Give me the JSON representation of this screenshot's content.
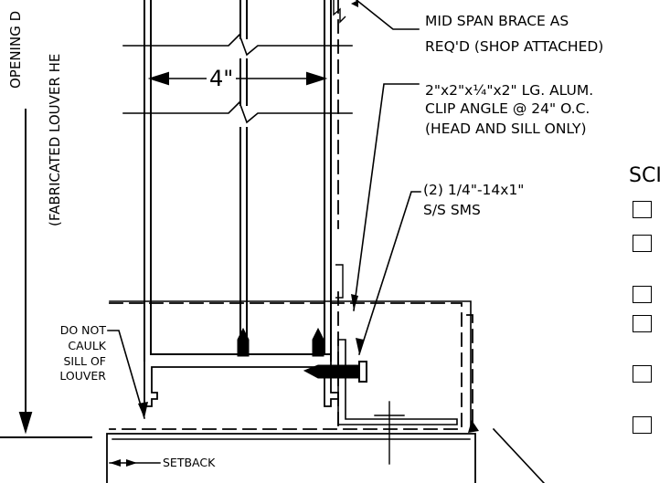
{
  "side_labels": {
    "opening": "OPENING D",
    "fabricated": "(FABRICATED LOUVER HE"
  },
  "dimension": "4\"",
  "notes": {
    "mid_span_line1": "MID SPAN BRACE AS",
    "mid_span_line2": "REQ'D (SHOP ATTACHED)",
    "clip_line1": "2\"x2\"x¼\"x2\" LG. ALUM.",
    "clip_line2": "CLIP ANGLE @ 24\" O.C.",
    "clip_line3": "(HEAD AND SILL ONLY)",
    "screw_line1": "(2) 1/4\"-14x1\"",
    "screw_line2": "S/S SMS",
    "caulk_line1": "DO NOT",
    "caulk_line2": "CAULK",
    "caulk_line3": "SILL OF",
    "caulk_line4": "LOUVER",
    "setback": "SETBACK"
  },
  "schedule": {
    "heading": "SCI",
    "checkbox_count": 6
  }
}
